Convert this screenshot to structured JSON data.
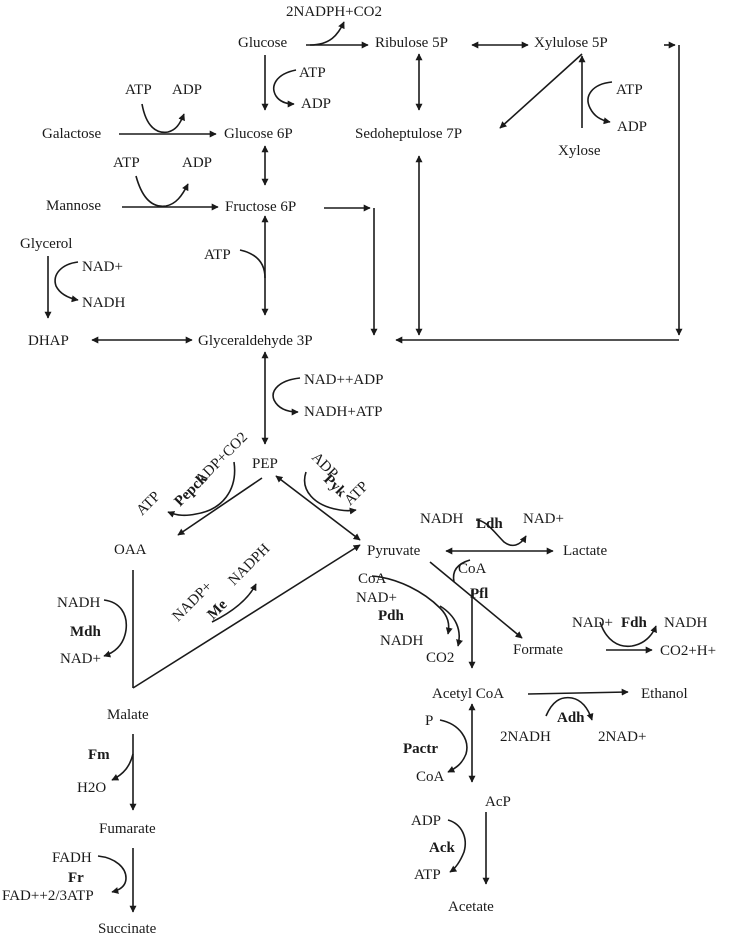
{
  "metabolites": {
    "glucose": "Glucose",
    "ribulose_5p": "Ribulose 5P",
    "xylulose_5p": "Xylulose 5P",
    "glucose_6p": "Glucose 6P",
    "sedoheptulose_7p": "Sedoheptulose 7P",
    "galactose": "Galactose",
    "xylose": "Xylose",
    "mannose": "Mannose",
    "fructose_6p": "Fructose 6P",
    "glycerol": "Glycerol",
    "dhap": "DHAP",
    "glyceraldehyde_3p": "Glyceraldehyde 3P",
    "pep": "PEP",
    "oaa": "OAA",
    "pyruvate": "Pyruvate",
    "lactate": "Lactate",
    "formate": "Formate",
    "acetyl_coa": "Acetyl CoA",
    "ethanol": "Ethanol",
    "malate": "Malate",
    "fumarate": "Fumarate",
    "succinate": "Succinate",
    "acp": "AcP",
    "acetate": "Acetate"
  },
  "cofactors": {
    "pp_nadph_co2": "2NADPH+CO2",
    "glc_atp": "ATP",
    "glc_adp": "ADP",
    "gal_atp": "ATP",
    "gal_adp": "ADP",
    "xyl_atp": "ATP",
    "xyl_adp": "ADP",
    "man_atp": "ATP",
    "man_adp": "ADP",
    "f6p_atp": "ATP",
    "gly_nad": "NAD+",
    "gly_nadh": "NADH",
    "g3p_nad_adp": "NAD++ADP",
    "g3p_nadh_atp": "NADH+ATP",
    "pepck_adp_co2": "ADP+CO2",
    "pepck_atp": "ATP",
    "pyk_adp": "ADP",
    "pyk_atp": "ATP",
    "ldh_nadh": "NADH",
    "ldh_nad": "NAD+",
    "me_nadp": "NADP+",
    "me_nadph": "NADPH",
    "pdh_coa": "CoA",
    "pdh_nad": "NAD+",
    "pdh_nadh": "NADH",
    "pdh_co2": "CO2",
    "pfl_coa": "CoA",
    "mdh_nadh": "NADH",
    "mdh_nad": "NAD+",
    "fdh_nad": "NAD+",
    "fdh_nadh": "NADH",
    "fdh_co2_h": "CO2+H+",
    "adh_2nadh": "2NADH",
    "adh_2nad": "2NAD+",
    "fm_h2o": "H2O",
    "pactr_p": "P",
    "pactr_coa": "CoA",
    "ack_adp": "ADP",
    "ack_atp": "ATP",
    "fr_fadh": "FADH",
    "fr_fad_atp": "FAD++2/3ATP"
  },
  "enzymes": {
    "pepck": "Pepck",
    "pyk": "Pyk",
    "ldh": "Ldh",
    "me": "Me",
    "pdh": "Pdh",
    "pfl": "Pfl",
    "mdh": "Mdh",
    "fdh": "Fdh",
    "adh": "Adh",
    "fm": "Fm",
    "pactr": "Pactr",
    "ack": "Ack",
    "fr": "Fr"
  }
}
